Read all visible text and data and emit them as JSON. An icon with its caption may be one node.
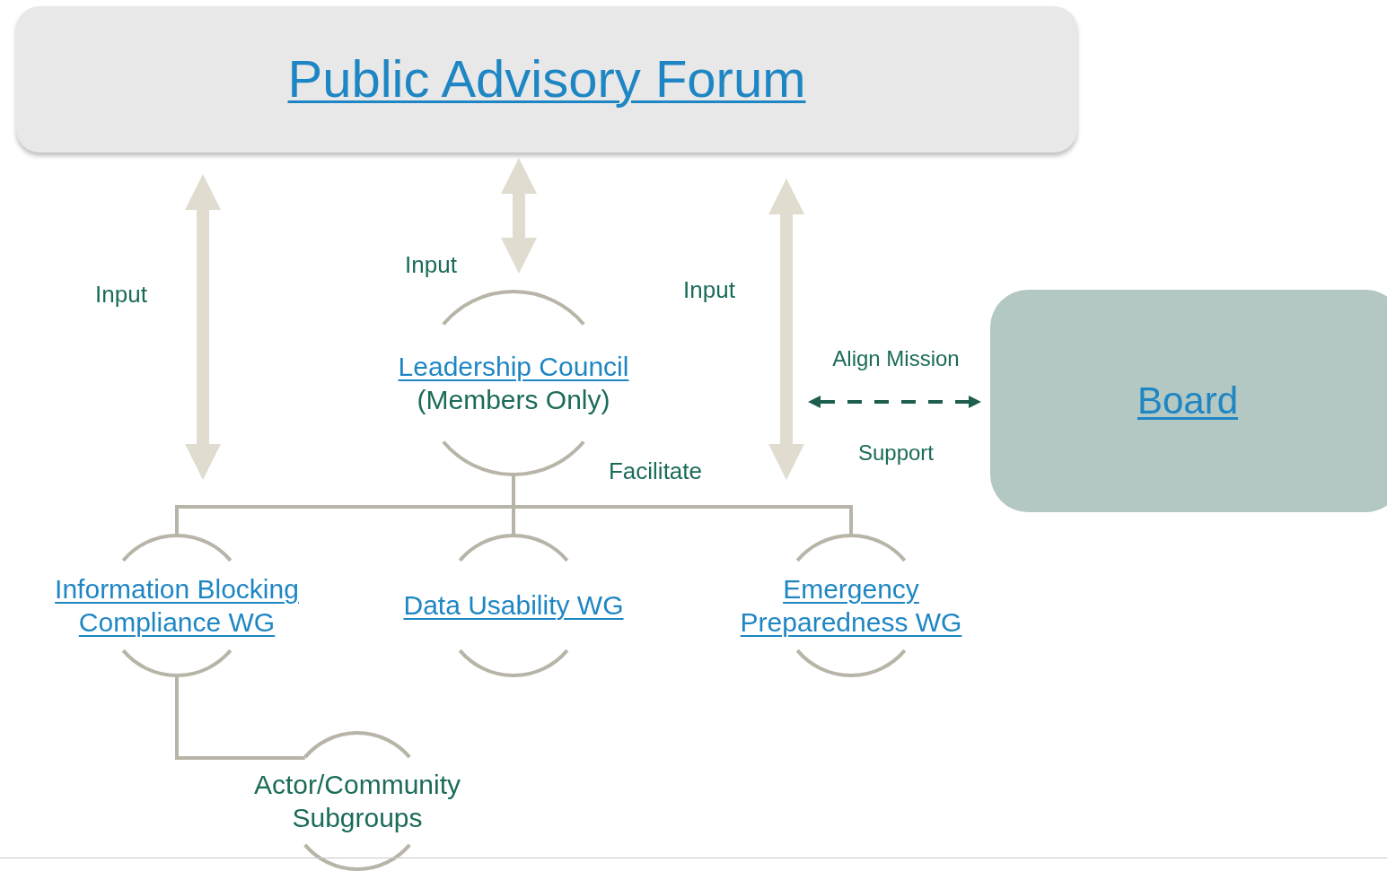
{
  "diagram": {
    "nodes": [
      {
        "text": [
          "Public Advisory Forum"
        ]
      },
      {
        "text": [
          "Leadership Council",
          "(Members Only)"
        ]
      },
      {
        "text": [
          "Information Blocking Compliance WG"
        ]
      },
      {
        "text": [
          "Data Usability WG"
        ]
      },
      {
        "text": [
          "Emergency Preparedness WG"
        ]
      },
      {
        "text": [
          "Actor/Community Subgroups"
        ]
      },
      {
        "text": [
          "Board"
        ]
      }
    ],
    "edges": [
      {
        "from": 0,
        "to": 2,
        "arrow": "both",
        "style": "thick",
        "label": "Input"
      },
      {
        "from": 0,
        "to": 1,
        "arrow": "both",
        "style": "thick",
        "label": "Input"
      },
      {
        "from": 0,
        "to": 4,
        "arrow": "both",
        "style": "thick",
        "label": "Input"
      },
      {
        "from": null,
        "to": 6,
        "arrow": "both",
        "style": "dashed",
        "color": "#1d5e4f",
        "label": "Align Mission"
      },
      {
        "from": 1,
        "to": 2,
        "arrow": "none"
      },
      {
        "from": 1,
        "to": 3,
        "arrow": "none"
      },
      {
        "from": 1,
        "to": 4,
        "arrow": "none"
      },
      {
        "from": 2,
        "to": 5,
        "arrow": "none"
      }
    ],
    "labels": [
      "Support",
      "Facilitate"
    ]
  }
}
